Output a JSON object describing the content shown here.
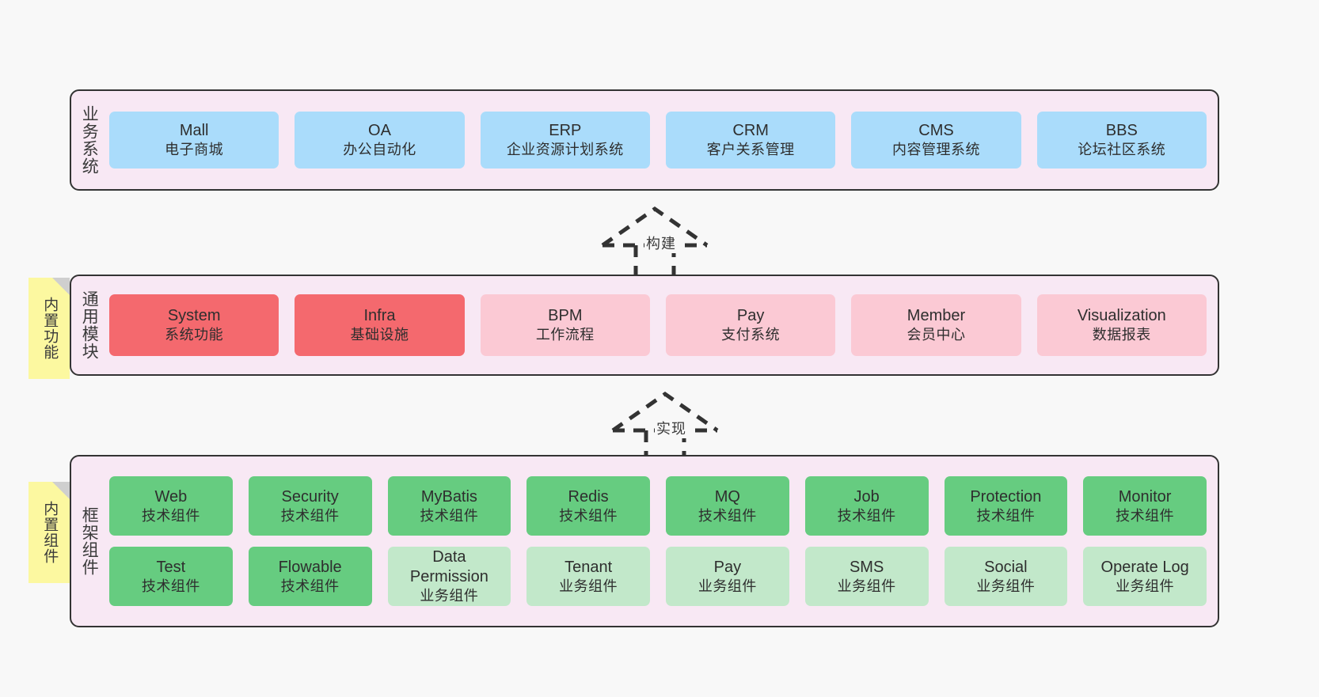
{
  "diagram": {
    "background_color": "#f8f8f8",
    "layer_border_color": "#333333",
    "layer_fill_color": "#f8e8f4",
    "note_color": "#fcf8a0"
  },
  "layers": [
    {
      "id": "business",
      "title": "业务系统",
      "rows": [
        {
          "nodes": [
            {
              "en": "Mall",
              "cn": "电子商城",
              "color": "#aadcfb"
            },
            {
              "en": "OA",
              "cn": "办公自动化",
              "color": "#aadcfb"
            },
            {
              "en": "ERP",
              "cn": "企业资源计划系统",
              "color": "#aadcfb"
            },
            {
              "en": "CRM",
              "cn": "客户关系管理",
              "color": "#aadcfb"
            },
            {
              "en": "CMS",
              "cn": "内容管理系统",
              "color": "#aadcfb"
            },
            {
              "en": "BBS",
              "cn": "论坛社区系统",
              "color": "#aadcfb"
            }
          ]
        }
      ]
    },
    {
      "id": "common",
      "title": "通用模块",
      "note": "内置功能",
      "rows": [
        {
          "nodes": [
            {
              "en": "System",
              "cn": "系统功能",
              "color": "#f4696e"
            },
            {
              "en": "Infra",
              "cn": "基础设施",
              "color": "#f4696e"
            },
            {
              "en": "BPM",
              "cn": "工作流程",
              "color": "#fbc9d4"
            },
            {
              "en": "Pay",
              "cn": "支付系统",
              "color": "#fbc9d4"
            },
            {
              "en": "Member",
              "cn": "会员中心",
              "color": "#fbc9d4"
            },
            {
              "en": "Visualization",
              "cn": "数据报表",
              "color": "#fbc9d4"
            }
          ]
        }
      ]
    },
    {
      "id": "framework",
      "title": "框架组件",
      "note": "内置组件",
      "rows": [
        {
          "nodes": [
            {
              "en": "Web",
              "cn": "技术组件",
              "color": "#66cc80"
            },
            {
              "en": "Security",
              "cn": "技术组件",
              "color": "#66cc80"
            },
            {
              "en": "MyBatis",
              "cn": "技术组件",
              "color": "#66cc80"
            },
            {
              "en": "Redis",
              "cn": "技术组件",
              "color": "#66cc80"
            },
            {
              "en": "MQ",
              "cn": "技术组件",
              "color": "#66cc80"
            },
            {
              "en": "Job",
              "cn": "技术组件",
              "color": "#66cc80"
            },
            {
              "en": "Protection",
              "cn": "技术组件",
              "color": "#66cc80"
            },
            {
              "en": "Monitor",
              "cn": "技术组件",
              "color": "#66cc80"
            }
          ]
        },
        {
          "nodes": [
            {
              "en": "Test",
              "cn": "技术组件",
              "color": "#66cc80"
            },
            {
              "en": "Flowable",
              "cn": "技术组件",
              "color": "#66cc80"
            },
            {
              "en": "Data Permission",
              "cn": "业务组件",
              "color": "#c2e8ca"
            },
            {
              "en": "Tenant",
              "cn": "业务组件",
              "color": "#c2e8ca"
            },
            {
              "en": "Pay",
              "cn": "业务组件",
              "color": "#c2e8ca"
            },
            {
              "en": "SMS",
              "cn": "业务组件",
              "color": "#c2e8ca"
            },
            {
              "en": "Social",
              "cn": "业务组件",
              "color": "#c2e8ca"
            },
            {
              "en": "Operate Log",
              "cn": "业务组件",
              "color": "#c2e8ca"
            }
          ]
        }
      ]
    }
  ],
  "arrows": [
    {
      "id": "build",
      "label": "构建",
      "from": "common",
      "to": "business"
    },
    {
      "id": "impl",
      "label": "实现",
      "from": "framework",
      "to": "common"
    }
  ]
}
